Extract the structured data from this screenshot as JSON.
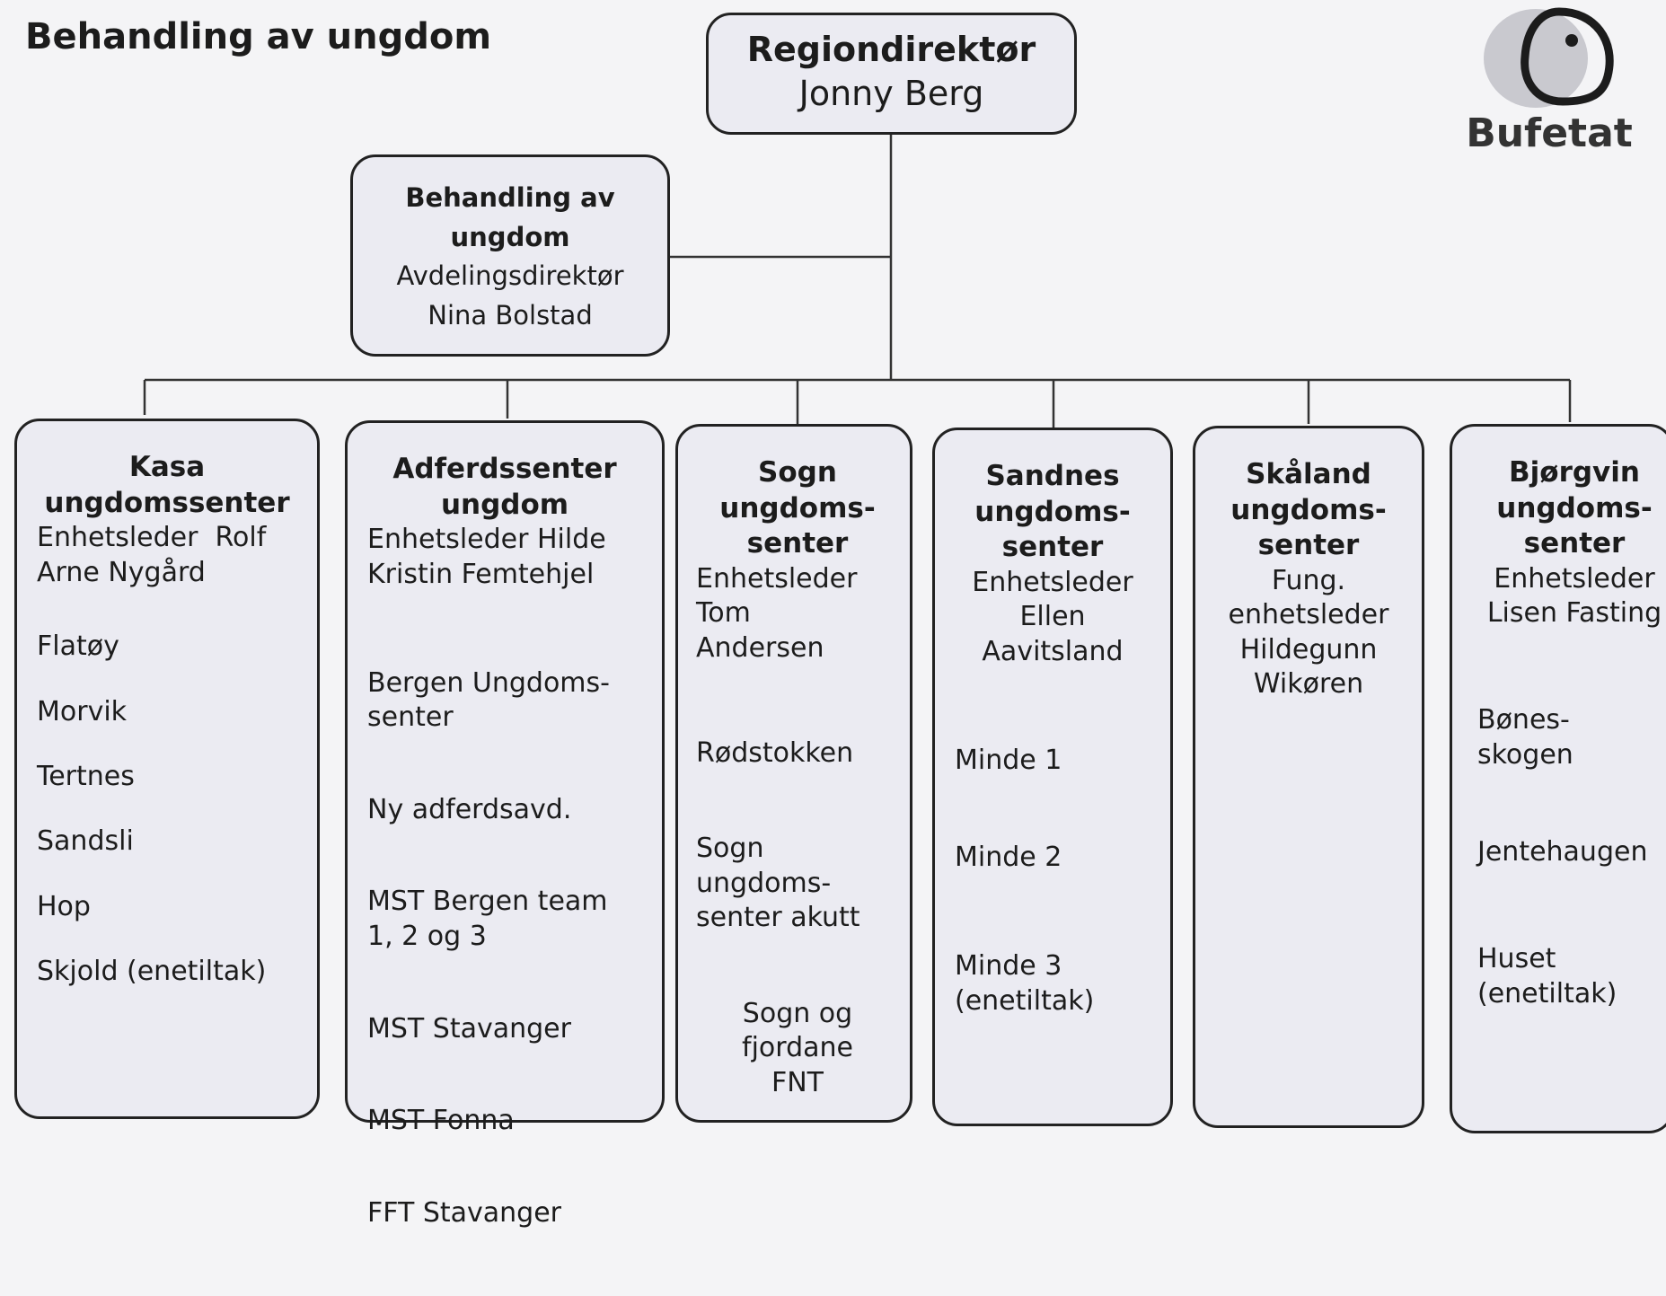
{
  "page": {
    "title": "Behandling av ungdom"
  },
  "logo": {
    "text": "Bufetat"
  },
  "top": {
    "title": "Regiondirektør",
    "name": "Jonny Berg"
  },
  "staff": {
    "title_line1": "Behandling av",
    "title_line2": "ungdom",
    "role": "Avdelingsdirektør",
    "name": "Nina Bolstad"
  },
  "units": [
    {
      "title_lines": [
        "Kasa",
        "ungdomssenter"
      ],
      "leader_lines": [
        "Enhetsleder  Rolf",
        "Arne Nygård"
      ],
      "items": [
        "Flatøy",
        "Morvik",
        "Tertnes",
        "Sandsli",
        "Hop",
        "Skjold (enetiltak)"
      ]
    },
    {
      "title_lines": [
        "Adferdssenter",
        "ungdom"
      ],
      "leader_lines": [
        "Enhetsleder Hilde",
        "Kristin Femtehjel"
      ],
      "items": [
        "Bergen Ungdoms-\nsenter",
        "Ny adferdsavd.",
        "MST Bergen team\n1, 2 og 3",
        "MST Stavanger",
        "MST Fonna",
        "FFT Stavanger"
      ]
    },
    {
      "title_lines": [
        "Sogn",
        "ungdoms-",
        "senter"
      ],
      "leader_lines": [
        "Enhetsleder",
        "Tom",
        "Andersen"
      ],
      "items": [
        "Rødstokken",
        "Sogn\nungdoms-\nsenter akutt",
        "Sogn og\nfjordane\nFNT"
      ]
    },
    {
      "title_lines": [
        "Sandnes",
        "ungdoms-",
        "senter"
      ],
      "leader_lines": [
        "Enhetsleder",
        "Ellen",
        "Aavitsland"
      ],
      "items": [
        "Minde 1",
        "Minde 2",
        "Minde 3\n(enetiltak)"
      ]
    },
    {
      "title_lines": [
        "Skåland",
        "ungdoms-",
        "senter"
      ],
      "leader_lines": [
        "Fung.",
        "enhetsleder",
        "Hildegunn",
        "Wikøren"
      ],
      "items": []
    },
    {
      "title_lines": [
        "Bjørgvin",
        "ungdoms-",
        "senter"
      ],
      "leader_lines": [
        "Enhetsleder",
        "Lisen Fasting"
      ],
      "items": [
        "Bønes-\nskogen",
        "Jentehaugen",
        "Huset\n(enetiltak)"
      ]
    }
  ]
}
